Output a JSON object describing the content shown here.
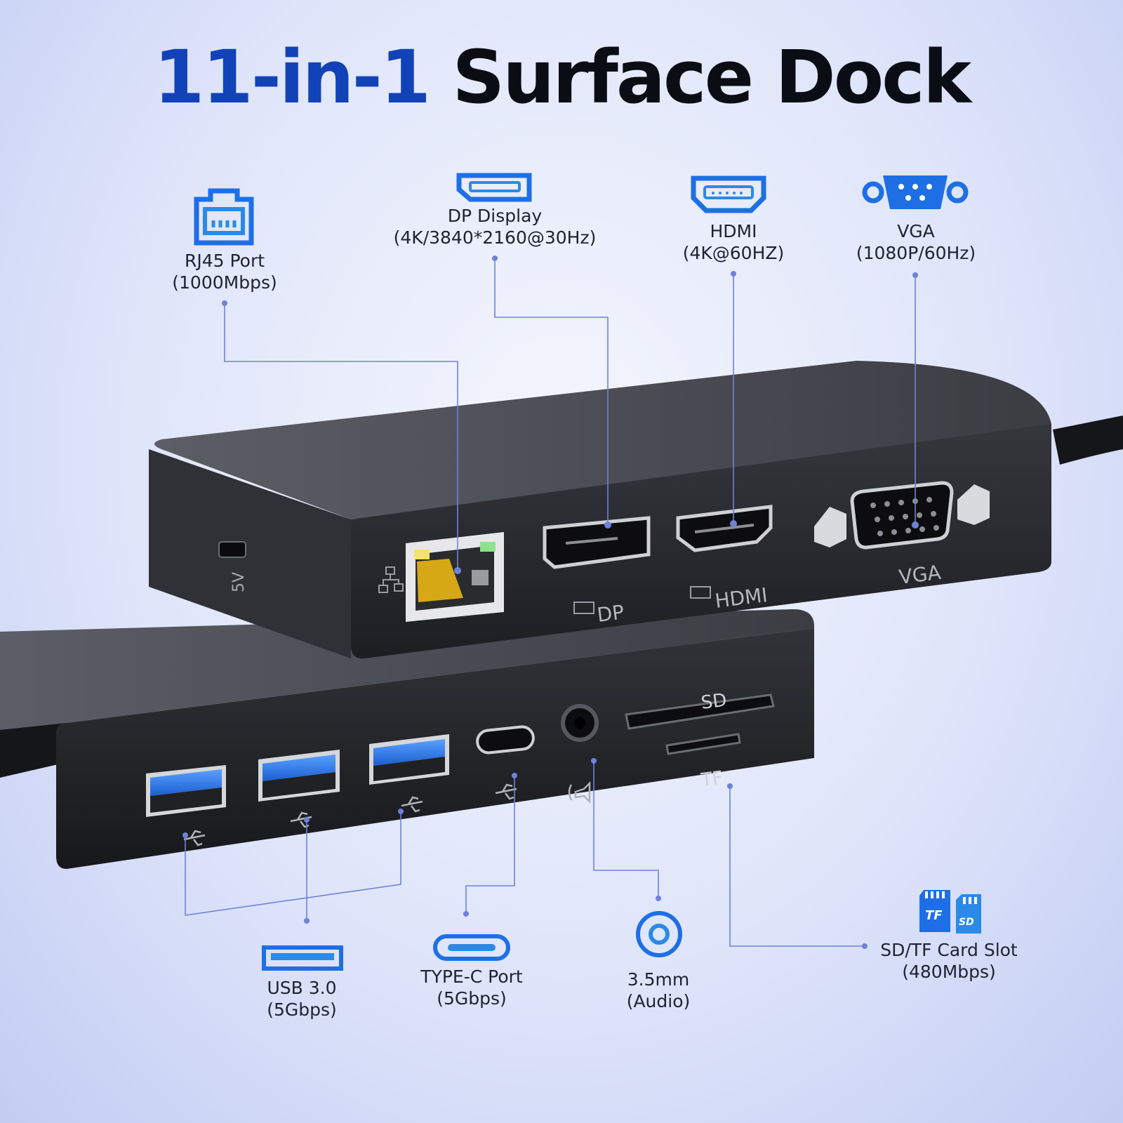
{
  "title": {
    "accent": "11-in-1",
    "rest": "Surface Dock"
  },
  "colors": {
    "accent": "#1242b8",
    "icon_blue": "#1e6fe6",
    "leader_line": "#6f82d8",
    "device_body": "#2a2b30"
  },
  "callouts": {
    "rj45": {
      "line1": "RJ45 Port",
      "line2": "(1000Mbps)",
      "icon": "ethernet-port-icon"
    },
    "dp": {
      "line1": "DP Display",
      "line2": "(4K/3840*2160@30Hz)",
      "icon": "displayport-icon"
    },
    "hdmi": {
      "line1": "HDMI",
      "line2": "(4K@60HZ)",
      "icon": "hdmi-icon"
    },
    "vga": {
      "line1": "VGA",
      "line2": "(1080P/60Hz)",
      "icon": "vga-icon"
    },
    "usb": {
      "line1": "USB 3.0",
      "line2": "(5Gbps)",
      "icon": "usb-a-icon"
    },
    "typec": {
      "line1": "TYPE-C Port",
      "line2": "(5Gbps)",
      "icon": "usb-c-icon"
    },
    "audio": {
      "line1": "3.5mm",
      "line2": "(Audio)",
      "icon": "audio-jack-icon"
    },
    "card": {
      "line1": "SD/TF Card Slot",
      "line2": "(480Mbps)",
      "icon": "sd-tf-card-icon"
    }
  },
  "device_labels": {
    "power": "5V",
    "dp": "DP",
    "hdmi": "HDMI",
    "vga": "VGA",
    "sd": "SD",
    "tf": "TF"
  }
}
